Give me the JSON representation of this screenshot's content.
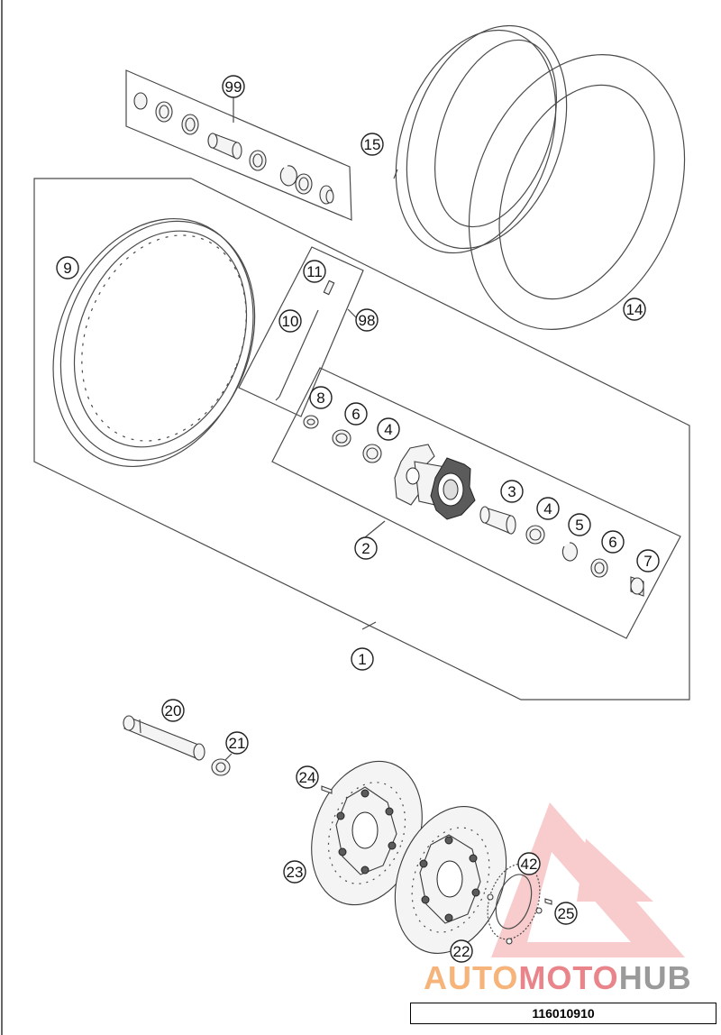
{
  "callouts": {
    "c99": "99",
    "c15": "15",
    "c14": "14",
    "c9": "9",
    "c11": "11",
    "c10": "10",
    "c98": "98",
    "c8": "8",
    "c6a": "6",
    "c4a": "4",
    "c3": "3",
    "c4b": "4",
    "c5": "5",
    "c6b": "6",
    "c7": "7",
    "c2": "2",
    "c1": "1",
    "c20": "20",
    "c21": "21",
    "c24": "24",
    "c23": "23",
    "c22": "22",
    "c42": "42",
    "c25": "25"
  },
  "watermark": {
    "part1": "AUTO",
    "part2": "MOTO",
    "part3": "HUB"
  },
  "drawing_number": "116010910",
  "colors": {
    "watermark_orange": "#f6b47a",
    "watermark_red": "#e9858a",
    "watermark_gray": "#9a9a9a"
  }
}
